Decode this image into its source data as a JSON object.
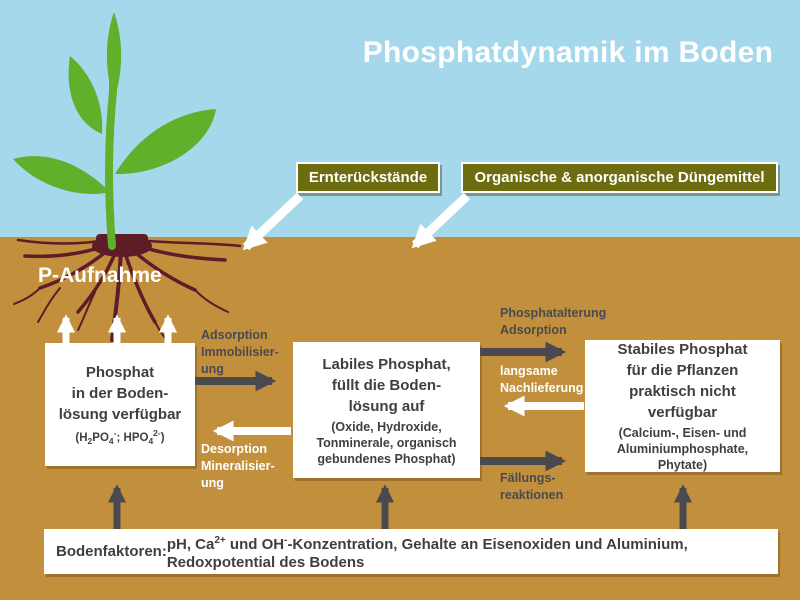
{
  "title": "Phosphatdynamik im Boden",
  "colors": {
    "sky": "#a6d8ec",
    "soil": "#c2903c",
    "olive_tag": "#6c6c10",
    "arrow_dark": "#4a4a4e",
    "arrow_white": "#ffffff",
    "plant_green": "#60b02c",
    "root_maroon": "#5e1b28",
    "box_text": "#3f3f3f"
  },
  "inputs": {
    "ernte": "Ernterückstände",
    "duenger": "Organische & anorganische Düngemittel"
  },
  "p_aufnahme": "P-Aufnahme",
  "boxes": {
    "solution": {
      "main": "Phosphat\nin der Boden-\nlösung verfügbar",
      "formula": [
        {
          "t": "(H"
        },
        {
          "t": "2",
          "s": "sub"
        },
        {
          "t": "PO"
        },
        {
          "t": "4",
          "s": "sub"
        },
        {
          "t": "-",
          "s": "sup"
        },
        {
          "t": "; HPO"
        },
        {
          "t": "4",
          "s": "sub"
        },
        {
          "t": "2-",
          "s": "sup"
        },
        {
          "t": ")"
        }
      ]
    },
    "labile": {
      "main": "Labiles Phosphat,\nfüllt die Boden-\nlösung auf",
      "sub": "(Oxide, Hydroxide,\nTonminerale, organisch\ngebundenes Phosphat)"
    },
    "stable": {
      "main": "Stabiles Phosphat\nfür die Pflanzen\npraktisch nicht\nverfügbar",
      "sub": "(Calcium-, Eisen- und\nAluminiumphosphate,\nPhytate)"
    }
  },
  "flows": {
    "adsorption": "Adsorption\nImmobilisier-\nung",
    "desorption": "Desorption\nMineralisier-\nung",
    "alterung": "Phosphatalterung\nAdsorption",
    "nachlieferung": "langsame\nNachlieferung",
    "faellung": "Fällungs-\nreaktionen"
  },
  "bodenfaktoren": {
    "label": "Bodenfaktoren:",
    "line1": [
      {
        "t": "pH, Ca"
      },
      {
        "t": "2+",
        "s": "sup"
      },
      {
        "t": " und OH"
      },
      {
        "t": "-",
        "s": "sup"
      },
      {
        "t": "-Konzentration, Gehalte an Eisenoxiden und Aluminium,"
      }
    ],
    "line2": "Redoxpotential des Bodens"
  }
}
